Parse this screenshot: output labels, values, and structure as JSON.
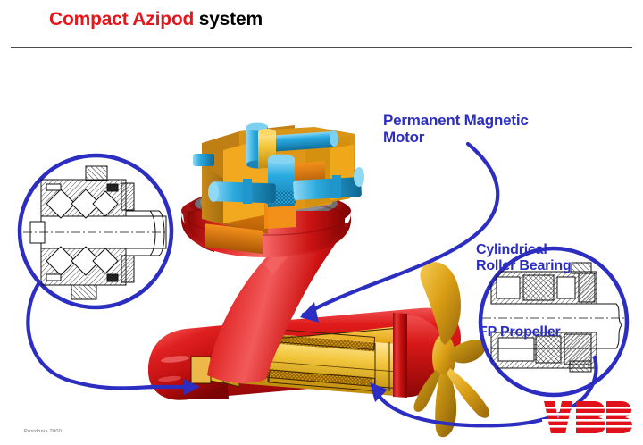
{
  "slide": {
    "title_primary": "Compact Azipod",
    "title_secondary": " system",
    "accent_red": "#e8161b",
    "accent_blue": "#2c2ec2",
    "background": "#ffffff"
  },
  "labels": {
    "motor": "Permanent Magnetic\nMotor",
    "bearing": "Cylindrical\nRoller Bearing",
    "propeller": "FP Propeller"
  },
  "footer": {
    "note": "Posidonia 2000",
    "logo": "abb-logo"
  },
  "icons": {
    "left_callout": "bearing-section-drawing-icon",
    "right_callout": "propeller-shaft-section-drawing-icon",
    "arrow_motor": "curved-arrow-icon",
    "arrow_bearing": "curved-arrow-icon",
    "arrow_propeller": "curved-arrow-icon"
  },
  "illustration": {
    "name": "azipod-3d-cutaway",
    "colors": {
      "pod_red": "#d61414",
      "pod_red_dark": "#9d0d0d",
      "motor_gold": "#e8a81c",
      "motor_gold_dark": "#b37f0d",
      "block_orange": "#f08a12",
      "pipe_blue": "#29abe2"
    }
  }
}
